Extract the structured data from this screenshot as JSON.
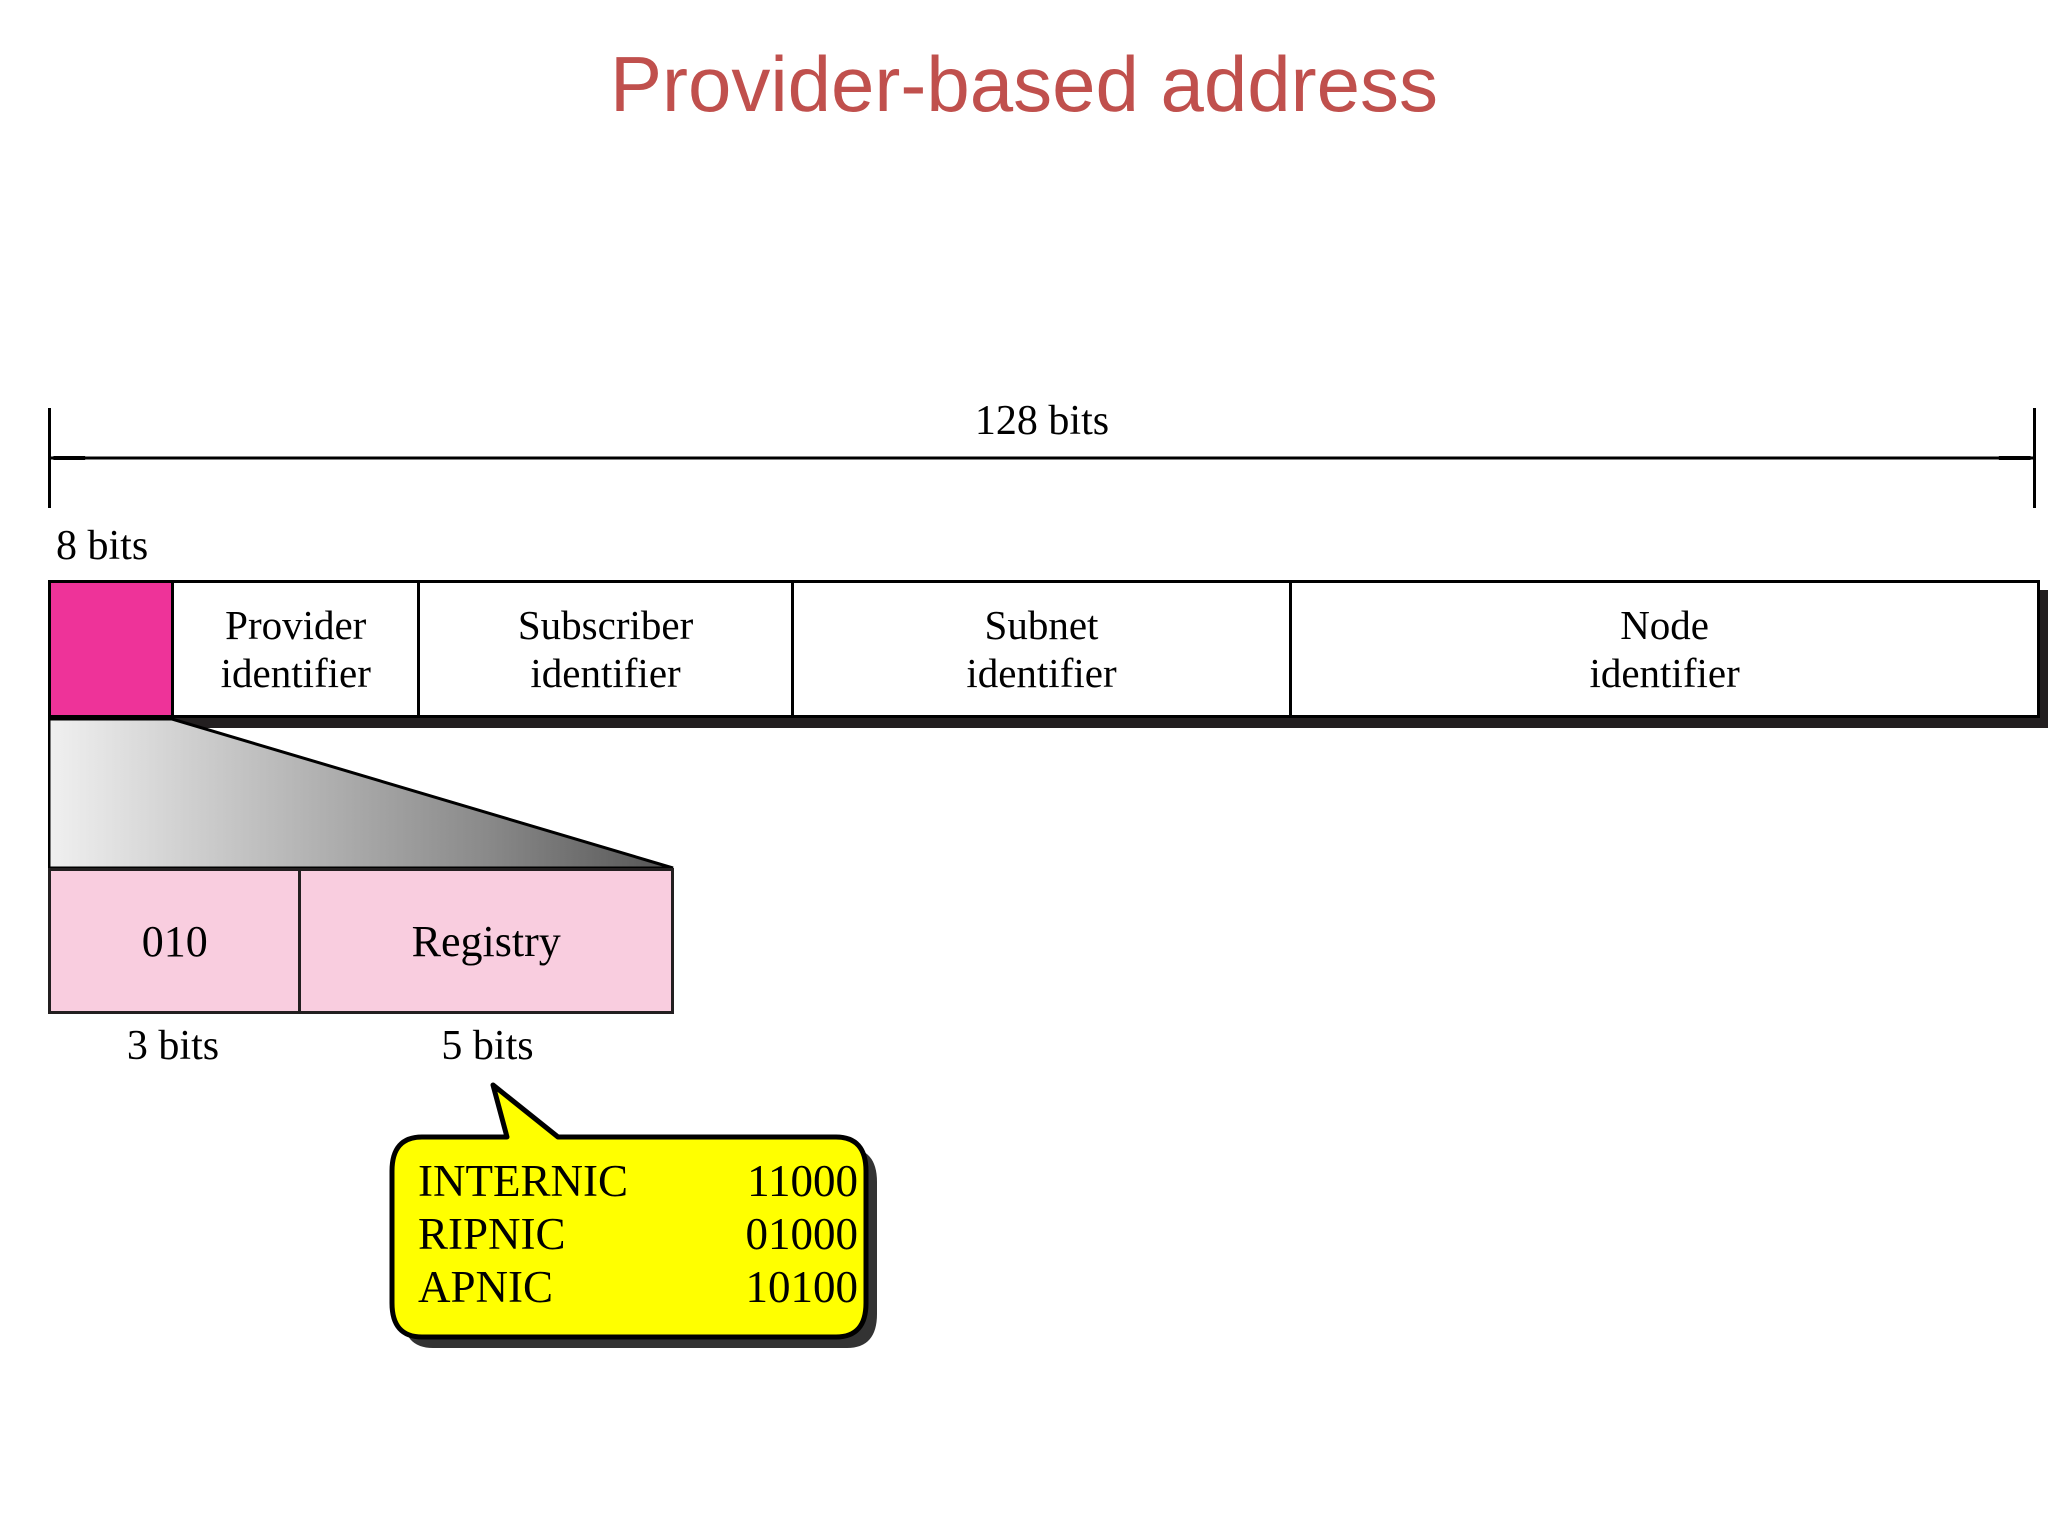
{
  "title": "Provider-based address",
  "colors": {
    "title": "#c0504d",
    "prefix_block": "#ee3399",
    "detail_block": "#f9cddf",
    "callout": "#ffff00",
    "outline": "#000000"
  },
  "dimension": {
    "total_label": "128 bits",
    "prefix_label": "8 bits"
  },
  "address_bar": {
    "segments": [
      {
        "id": "prefix",
        "line1": "",
        "line2": "",
        "width_pct": 6.2,
        "filled": true
      },
      {
        "id": "provider",
        "line1": "Provider",
        "line2": "identifier",
        "width_pct": 12.4,
        "filled": false
      },
      {
        "id": "subscriber",
        "line1": "Subscriber",
        "line2": "identifier",
        "width_pct": 18.8,
        "filled": false
      },
      {
        "id": "subnet",
        "line1": "Subnet",
        "line2": "identifier",
        "width_pct": 25.1,
        "filled": false
      },
      {
        "id": "node",
        "line1": "Node",
        "line2": "identifier",
        "width_pct": 37.5,
        "filled": false
      }
    ]
  },
  "detail": {
    "cells": [
      {
        "id": "prefix-bits",
        "value": "010",
        "bits_label": "3 bits",
        "width_pct": 40.4
      },
      {
        "id": "registry",
        "value": "Registry",
        "bits_label": "5 bits",
        "width_pct": 59.6
      }
    ]
  },
  "callout": {
    "rows": [
      {
        "name": "INTERNIC",
        "code": "11000"
      },
      {
        "name": "RIPNIC",
        "code": "01000"
      },
      {
        "name": "APNIC",
        "code": "10100"
      }
    ]
  }
}
